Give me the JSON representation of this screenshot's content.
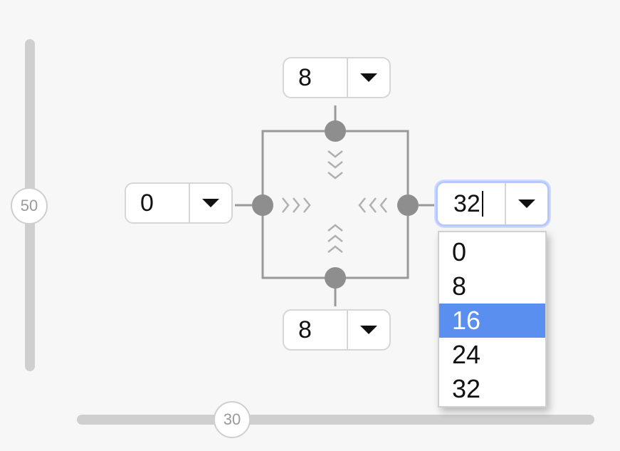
{
  "sliders": {
    "vertical_value": "50",
    "horizontal_value": "30"
  },
  "diagram": {
    "glyph_right": "›››",
    "glyph_left": "‹‹‹",
    "glyph_down": "⌄",
    "glyph_up": "⌃"
  },
  "combos": {
    "top": "8",
    "left": "0",
    "bottom": "8",
    "right": "32"
  },
  "dropdown": {
    "options": [
      "0",
      "8",
      "16",
      "24",
      "32"
    ],
    "selected": "16"
  },
  "colors": {
    "selection": "#5a8ff0",
    "focus_ring": "#b7c8ff",
    "connector": "#8e8e8e"
  }
}
